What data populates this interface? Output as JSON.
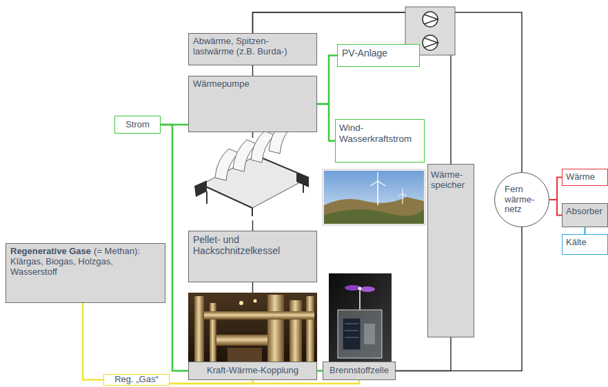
{
  "diagram": {
    "nodes": [
      {
        "text": [
          "Abwärme, Spitzen- lastwärme (z.B. Burda-)"
        ]
      },
      {
        "text": [
          "Wärmepumpe"
        ]
      },
      {
        "text": [
          "Strom"
        ]
      },
      {
        "text": [
          "PV-Anlage"
        ]
      },
      {
        "text": [
          "Wind- Wasserkraftstrom"
        ]
      },
      {
        "text": [
          "Pellet- und Hackschnitzelkessel"
        ]
      },
      {
        "text": [
          "Regenerative Gase",
          "(= Methan): Klärgas, Biogas, Holzgas, Wasserstoff"
        ]
      },
      {
        "text": [
          "Wärme- speicher"
        ]
      },
      {
        "text": [
          "Fern wärme- netz"
        ]
      },
      {
        "text": [
          "Wärme"
        ]
      },
      {
        "text": [
          "Absorber"
        ]
      },
      {
        "text": [
          "Kälte"
        ]
      },
      {
        "text": [
          "Kraft-Wärme-Kopplung"
        ]
      },
      {
        "text": [
          "Brennstoffzelle"
        ]
      },
      {
        "text": [
          "Reg. „Gas“"
        ]
      }
    ],
    "edges": [
      {
        "from": 0,
        "to": 1,
        "arrow": "none"
      },
      {
        "from": 1,
        "to": 5,
        "arrow": "none"
      },
      {
        "from": 5,
        "to": 12,
        "arrow": "none"
      },
      {
        "from": 2,
        "to": 1,
        "arrow": "none"
      },
      {
        "from": 1,
        "to": 3,
        "arrow": "none"
      },
      {
        "from": 1,
        "to": 4,
        "arrow": "none"
      },
      {
        "from": 2,
        "to": 12,
        "arrow": "none"
      },
      {
        "from": 12,
        "to": 13,
        "arrow": "none"
      },
      {
        "from": 6,
        "to": 14,
        "arrow": "none"
      },
      {
        "from": 14,
        "to": 12,
        "arrow": "none"
      },
      {
        "from": 14,
        "to": 13,
        "arrow": "none"
      },
      {
        "from": 0,
        "to": 8,
        "arrow": "none"
      },
      {
        "from": 0,
        "to": 7,
        "arrow": "none"
      },
      {
        "from": 13,
        "to": 8,
        "arrow": "none"
      },
      {
        "from": 13,
        "to": 7,
        "arrow": "none"
      },
      {
        "from": 8,
        "to": 9,
        "arrow": "none"
      },
      {
        "from": 8,
        "to": 10,
        "arrow": "none"
      },
      {
        "from": 10,
        "to": 11,
        "arrow": "none"
      }
    ]
  }
}
